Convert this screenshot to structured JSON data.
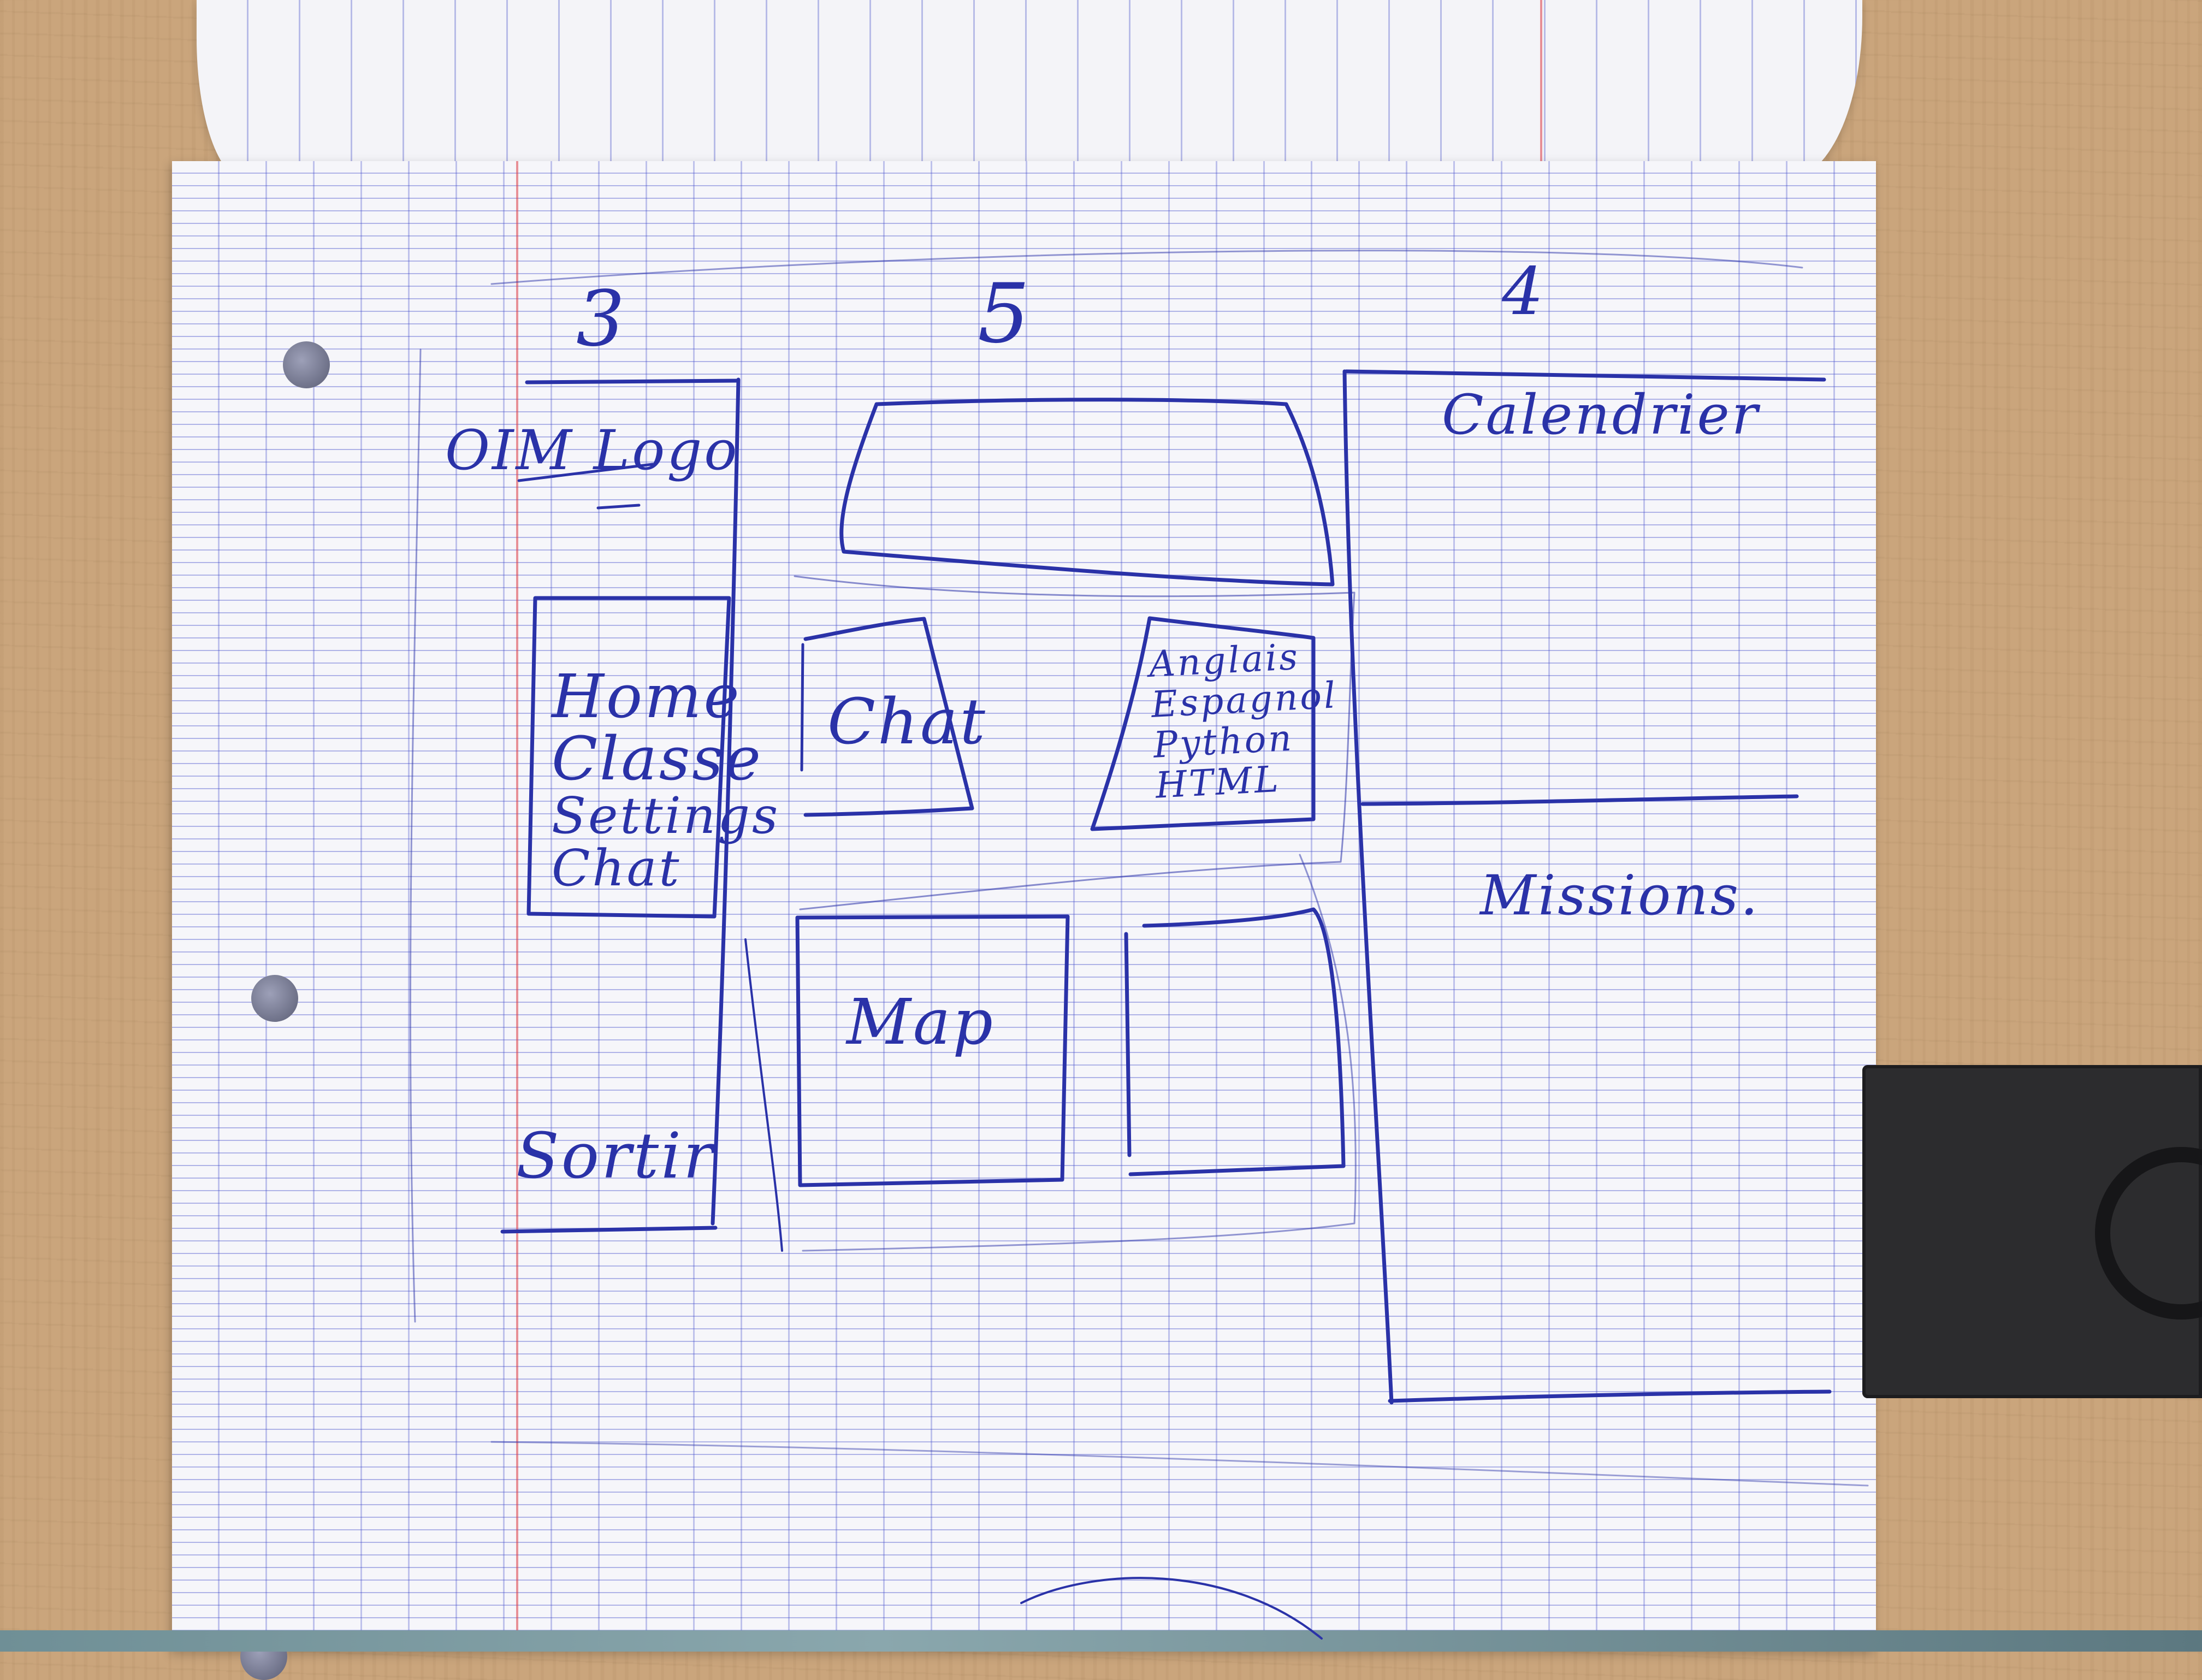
{
  "photo": {
    "subject": "hand-drawn UI wireframe on lined notebook paper",
    "ink_color": "#2a32a8",
    "paper_color": "#f6f6fa",
    "desk_color": "#caa57c"
  },
  "sketch": {
    "column_widths": [
      "3",
      "5",
      "4"
    ],
    "sidebar": {
      "logo_text": "OIM Logo",
      "nav_items": [
        "Home",
        "Classe",
        "Settings",
        "Chat"
      ],
      "footer_text": "Sortir"
    },
    "main": {
      "chat_label": "Chat",
      "subjects": [
        "Anglais",
        "Espagnol",
        "Python",
        "HTML"
      ],
      "map_label": "Map"
    },
    "right": {
      "calendar_label": "Calendrier",
      "missions_label": "Missions."
    }
  }
}
